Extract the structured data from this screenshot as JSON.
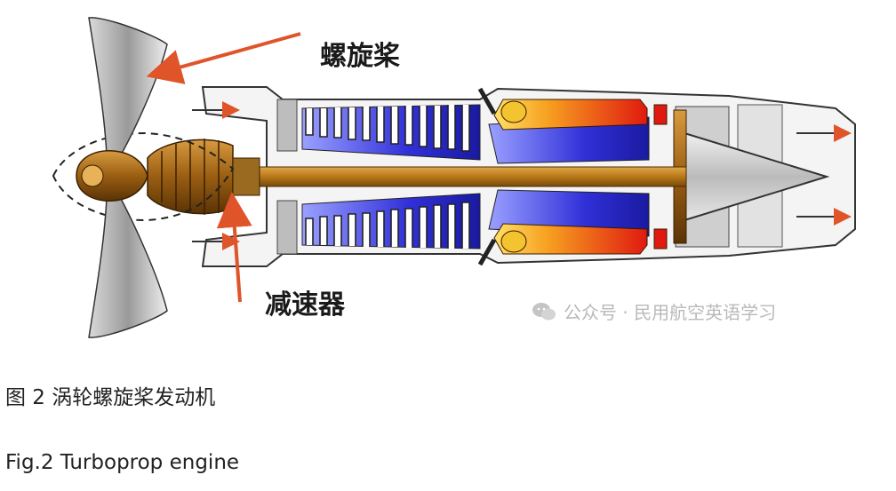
{
  "labels": {
    "propeller": "螺旋桨",
    "reduction_gear": "减速器"
  },
  "watermark": "公众号 · 民用航空英语学习",
  "captions": {
    "chinese": "图 2 涡轮螺旋桨发动机",
    "english": "Fig.2 Turboprop engine"
  },
  "colors": {
    "arrow": "#e0542a",
    "shaft": "#c88a2a",
    "compressor": "#3a3ad0",
    "combustion_hot": "#e82a10",
    "combustion_mid": "#f7a020",
    "casing": "#bdbdbd"
  }
}
